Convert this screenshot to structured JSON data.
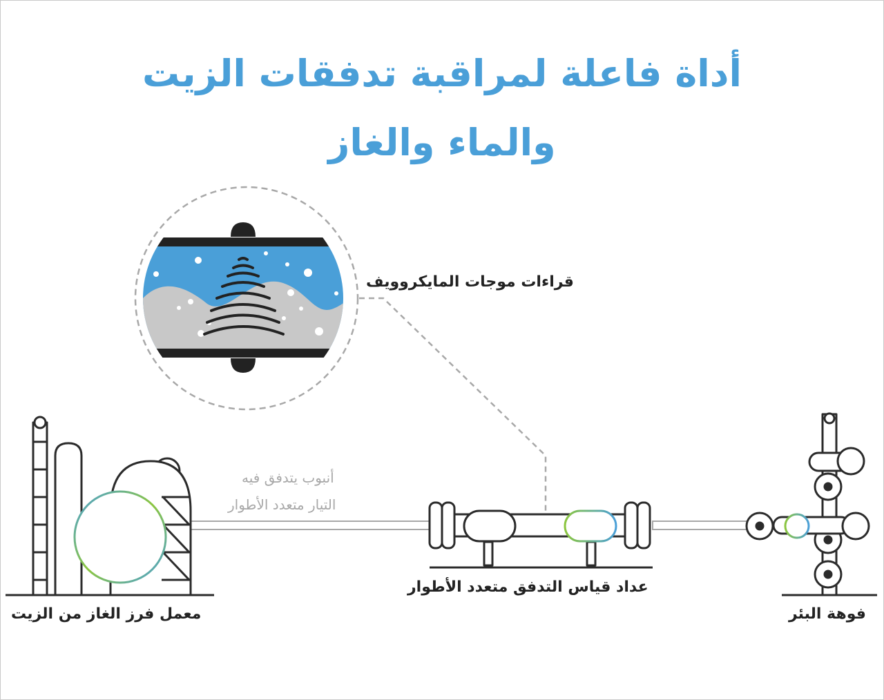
{
  "title": {
    "line1": "أداة فاعلة لمراقبة تدفقات الزيت",
    "line2": "والماء والغاز"
  },
  "labels": {
    "microwave": "قراءات موجات المايكروويف",
    "pipe_line1": "أنبوب يتدفق فيه",
    "pipe_line2": "التيار متعدد الأطوار",
    "meter": "عداد قياس التدفق متعدد الأطوار",
    "plant": "معمل فرز الغاز من الزيت",
    "wellhead": "فوهة البئر"
  },
  "colors": {
    "title": "#4a9fd8",
    "water": "#4a9fd8",
    "oil_gas": "#c8c8c8",
    "dark": "#222222",
    "outline": "#2b2b2b",
    "pipe_gray": "#a8a8a8",
    "accent_green": "#8cc63f",
    "accent_blue": "#4a9fd8"
  }
}
